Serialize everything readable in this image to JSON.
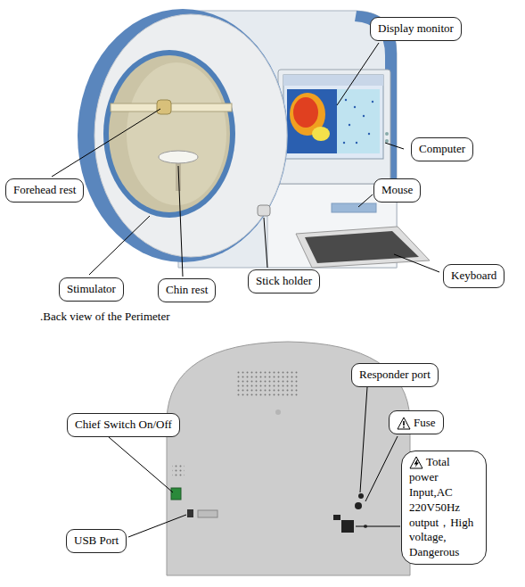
{
  "diagram": {
    "nodes": [
      {
        "text": [
          "Display monitor"
        ]
      },
      {
        "text": [
          "Computer"
        ]
      },
      {
        "text": [
          "Forehead rest"
        ]
      },
      {
        "text": [
          "Mouse"
        ]
      },
      {
        "text": [
          "Stimulator"
        ]
      },
      {
        "text": [
          "Chin rest"
        ]
      },
      {
        "text": [
          "Stick holder"
        ]
      },
      {
        "text": [
          "Keyboard"
        ]
      },
      {
        "text": [
          "Responder port"
        ]
      },
      {
        "text": [
          "Chief Switch On/Off"
        ]
      },
      {
        "text": [
          "Fuse"
        ]
      },
      {
        "text": [
          "Total power Input,AC 220V50Hz output，High voltage, Dangerous"
        ]
      },
      {
        "text": [
          "USB Port"
        ]
      }
    ],
    "labels": [
      ".Back view of the Perimeter"
    ]
  }
}
